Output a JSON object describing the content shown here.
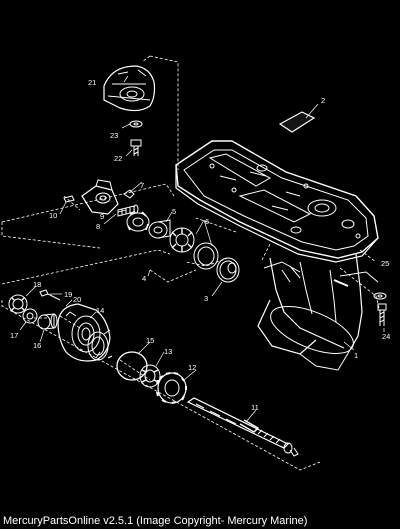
{
  "diagram": {
    "callouts": [
      "1",
      "2",
      "3",
      "4",
      "5",
      "6",
      "7",
      "8",
      "9",
      "10",
      "11",
      "12",
      "13",
      "14",
      "15",
      "16",
      "17",
      "18",
      "19",
      "20",
      "21",
      "22",
      "23",
      "24",
      "25"
    ]
  },
  "footer": {
    "caption": "MercuryPartsOnline v2.5.1 (Image Copyright- Mercury Marine)"
  },
  "colors": {
    "background": "#000000",
    "linework": "#ffffff"
  }
}
